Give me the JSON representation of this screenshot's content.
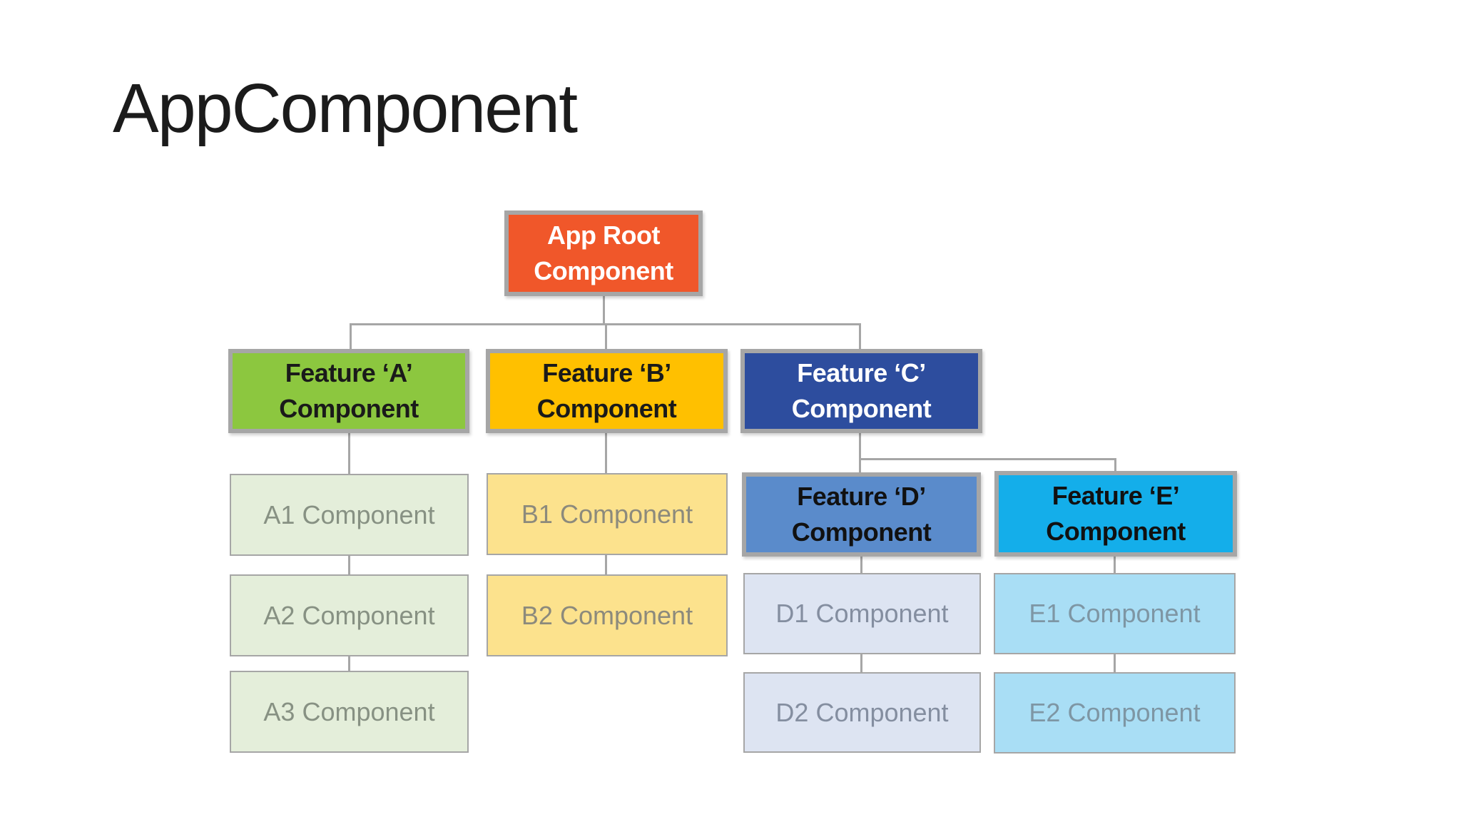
{
  "title": "AppComponent",
  "diagram": {
    "line_color": "#a6a6a6",
    "border_color": "#a6a6a6",
    "nodes": {
      "app_root": {
        "label": "App Root\nComponent",
        "fill": "#f0572a",
        "text_color": "#ffffff"
      },
      "feature_a": {
        "label": "Feature ‘A’\nComponent",
        "fill": "#8cc73f",
        "text_color": "#1a1a1a"
      },
      "feature_b": {
        "label": "Feature ‘B’\nComponent",
        "fill": "#ffc000",
        "text_color": "#1a1a1a"
      },
      "feature_c": {
        "label": "Feature ‘C’\nComponent",
        "fill": "#2d4d9e",
        "text_color": "#ffffff"
      },
      "feature_d": {
        "label": "Feature ‘D’\nComponent",
        "fill": "#5a8bcb",
        "text_color": "#111111"
      },
      "feature_e": {
        "label": "Feature ‘E’\nComponent",
        "fill": "#14aeea",
        "text_color": "#111111"
      },
      "a1": {
        "label": "A1 Component",
        "fill": "#e4eeda",
        "text_color": "#879183"
      },
      "a2": {
        "label": "A2 Component",
        "fill": "#e4eeda",
        "text_color": "#879183"
      },
      "a3": {
        "label": "A3 Component",
        "fill": "#e4eeda",
        "text_color": "#879183"
      },
      "b1": {
        "label": "B1 Component",
        "fill": "#fce28d",
        "text_color": "#8c8a7c"
      },
      "b2": {
        "label": "B2 Component",
        "fill": "#fce28d",
        "text_color": "#8c8a7c"
      },
      "d1": {
        "label": "D1 Component",
        "fill": "#dde4f2",
        "text_color": "#848ea0"
      },
      "d2": {
        "label": "D2 Component",
        "fill": "#dde4f2",
        "text_color": "#848ea0"
      },
      "e1": {
        "label": "E1 Component",
        "fill": "#a9def5",
        "text_color": "#7e96a4"
      },
      "e2": {
        "label": "E2 Component",
        "fill": "#a9def5",
        "text_color": "#7e96a4"
      }
    }
  }
}
